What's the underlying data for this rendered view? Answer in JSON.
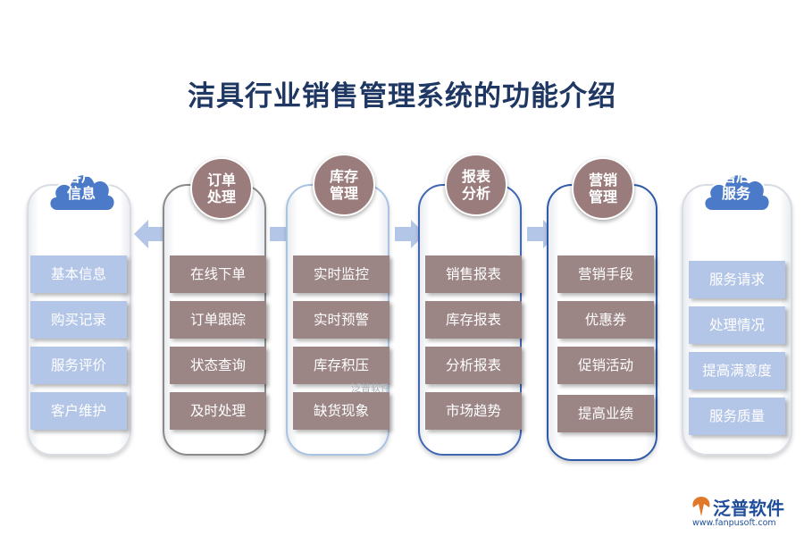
{
  "title": "洁具行业销售管理系统的功能介绍",
  "colors": {
    "blue_item": "#b4c6e7",
    "rose_item": "#9c8585",
    "circle": "#9b7c7c",
    "cloud": "#4b7ac8",
    "arrow": "#b4c6e7",
    "title": "#1f3763"
  },
  "columns": [
    {
      "header": "客户\n信息",
      "header_shape": "cloud",
      "items": [
        "基本信息",
        "购买记录",
        "服务评价",
        "客户维护"
      ]
    },
    {
      "header": "订单\n处理",
      "header_shape": "circle",
      "items": [
        "在线下单",
        "订单跟踪",
        "状态查询",
        "及时处理"
      ]
    },
    {
      "header": "库存\n管理",
      "header_shape": "circle",
      "items": [
        "实时监控",
        "实时预警",
        "库存积压",
        "缺货现象"
      ]
    },
    {
      "header": "报表\n分析",
      "header_shape": "circle",
      "items": [
        "销售报表",
        "库存报表",
        "分析报表",
        "市场趋势"
      ]
    },
    {
      "header": "营销\n管理",
      "header_shape": "circle",
      "items": [
        "营销手段",
        "优惠券",
        "促销活动",
        "提高业绩"
      ]
    },
    {
      "header": "售后\n服务",
      "header_shape": "cloud",
      "items": [
        "服务请求",
        "处理情况",
        "提高满意度",
        "服务质量"
      ]
    }
  ],
  "watermark": {
    "center": "泛普软件",
    "name": "泛普软件",
    "url": "www.fanpusoft.com"
  }
}
